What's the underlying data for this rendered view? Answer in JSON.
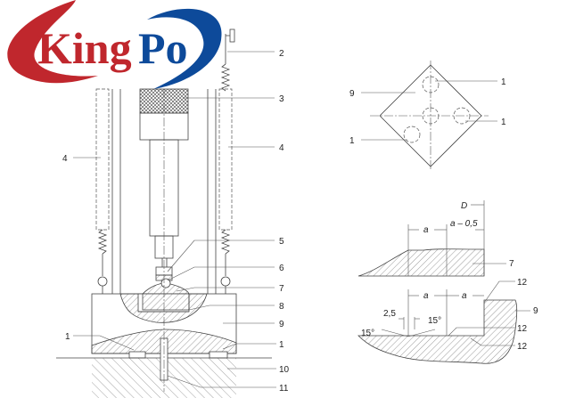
{
  "logo": {
    "part1": "King",
    "part2": "Po",
    "red": "#c0272d",
    "blue": "#0d4a9a"
  },
  "main_view": {
    "labels": {
      "l2": "2",
      "l3": "3",
      "l4_left": "4",
      "l4_right": "4",
      "l5": "5",
      "l6": "6",
      "l7": "7",
      "l8": "8",
      "l9": "9",
      "l1_left": "1",
      "l1_right": "1",
      "l10": "10",
      "l11": "11"
    }
  },
  "top_view": {
    "labels": {
      "l9": "9",
      "l1_top": "1",
      "l1_right": "1",
      "l1_left": "1"
    }
  },
  "detail_view": {
    "labels": {
      "d": "D",
      "a1": "a",
      "a_minus": "a – 0,5",
      "l7": "7",
      "l12_top": "12",
      "a2": "a",
      "a3": "a",
      "l9": "9",
      "dim25": "2,5",
      "ang_right": "15°",
      "ang_left": "15°",
      "l12_mid": "12",
      "l12_bot": "12"
    }
  }
}
